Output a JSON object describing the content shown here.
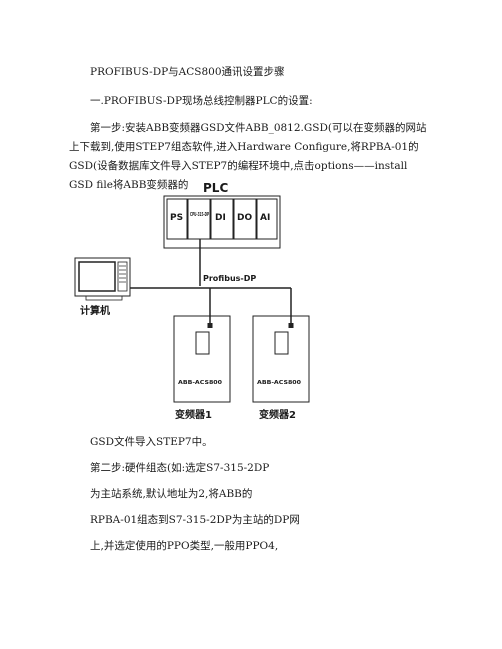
{
  "doc": {
    "title": "PROFIBUS-DP与ACS800通讯设置步骤",
    "section1": "一.PROFIBUS-DP现场总线控制器PLC的设置:",
    "step1": "第一步:安装ABB变频器GSD文件ABB_0812.GSD(可以在变频器的网站上下载到,使用STEP7组态软件,进入Hardware Configure,将RPBA-01的GSD(设备数据库文件导入STEP7的编程环境中,点击options——install GSD file将ABB变频器的",
    "step1_cont": "GSD文件导入STEP7中。",
    "step2_l1": "第二步:硬件组态(如:选定S7-315-2DP",
    "step2_l2": "为主站系统,默认地址为2,将ABB的",
    "step2_l3": "RPBA-01组态到S7-315-2DP为主站的DP网",
    "step2_l4": "上,并选定使用的PPO类型,一般用PPO4,"
  },
  "diagram": {
    "plc_label": "PLC",
    "modules": [
      "PS",
      "CPU-315-DP",
      "DI",
      "DO",
      "AI"
    ],
    "bus_label": "Profibus-DP",
    "computer_label": "计算机",
    "drive1_model": "ABB-ACS800",
    "drive2_model": "ABB-ACS800",
    "drive1_label": "变频器1",
    "drive2_label": "变频器2"
  }
}
